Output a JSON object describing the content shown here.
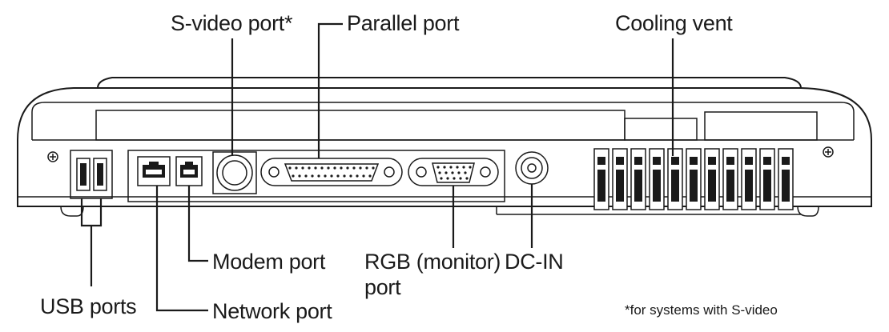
{
  "labels": {
    "svideo": "S-video port*",
    "parallel": "Parallel port",
    "cooling": "Cooling vent",
    "usb": "USB ports",
    "modem": "Modem port",
    "network": "Network port",
    "rgb_line1": "RGB (monitor)",
    "rgb_line2": "port",
    "dcin": "DC-IN"
  },
  "footnote": "*for systems with S-video"
}
